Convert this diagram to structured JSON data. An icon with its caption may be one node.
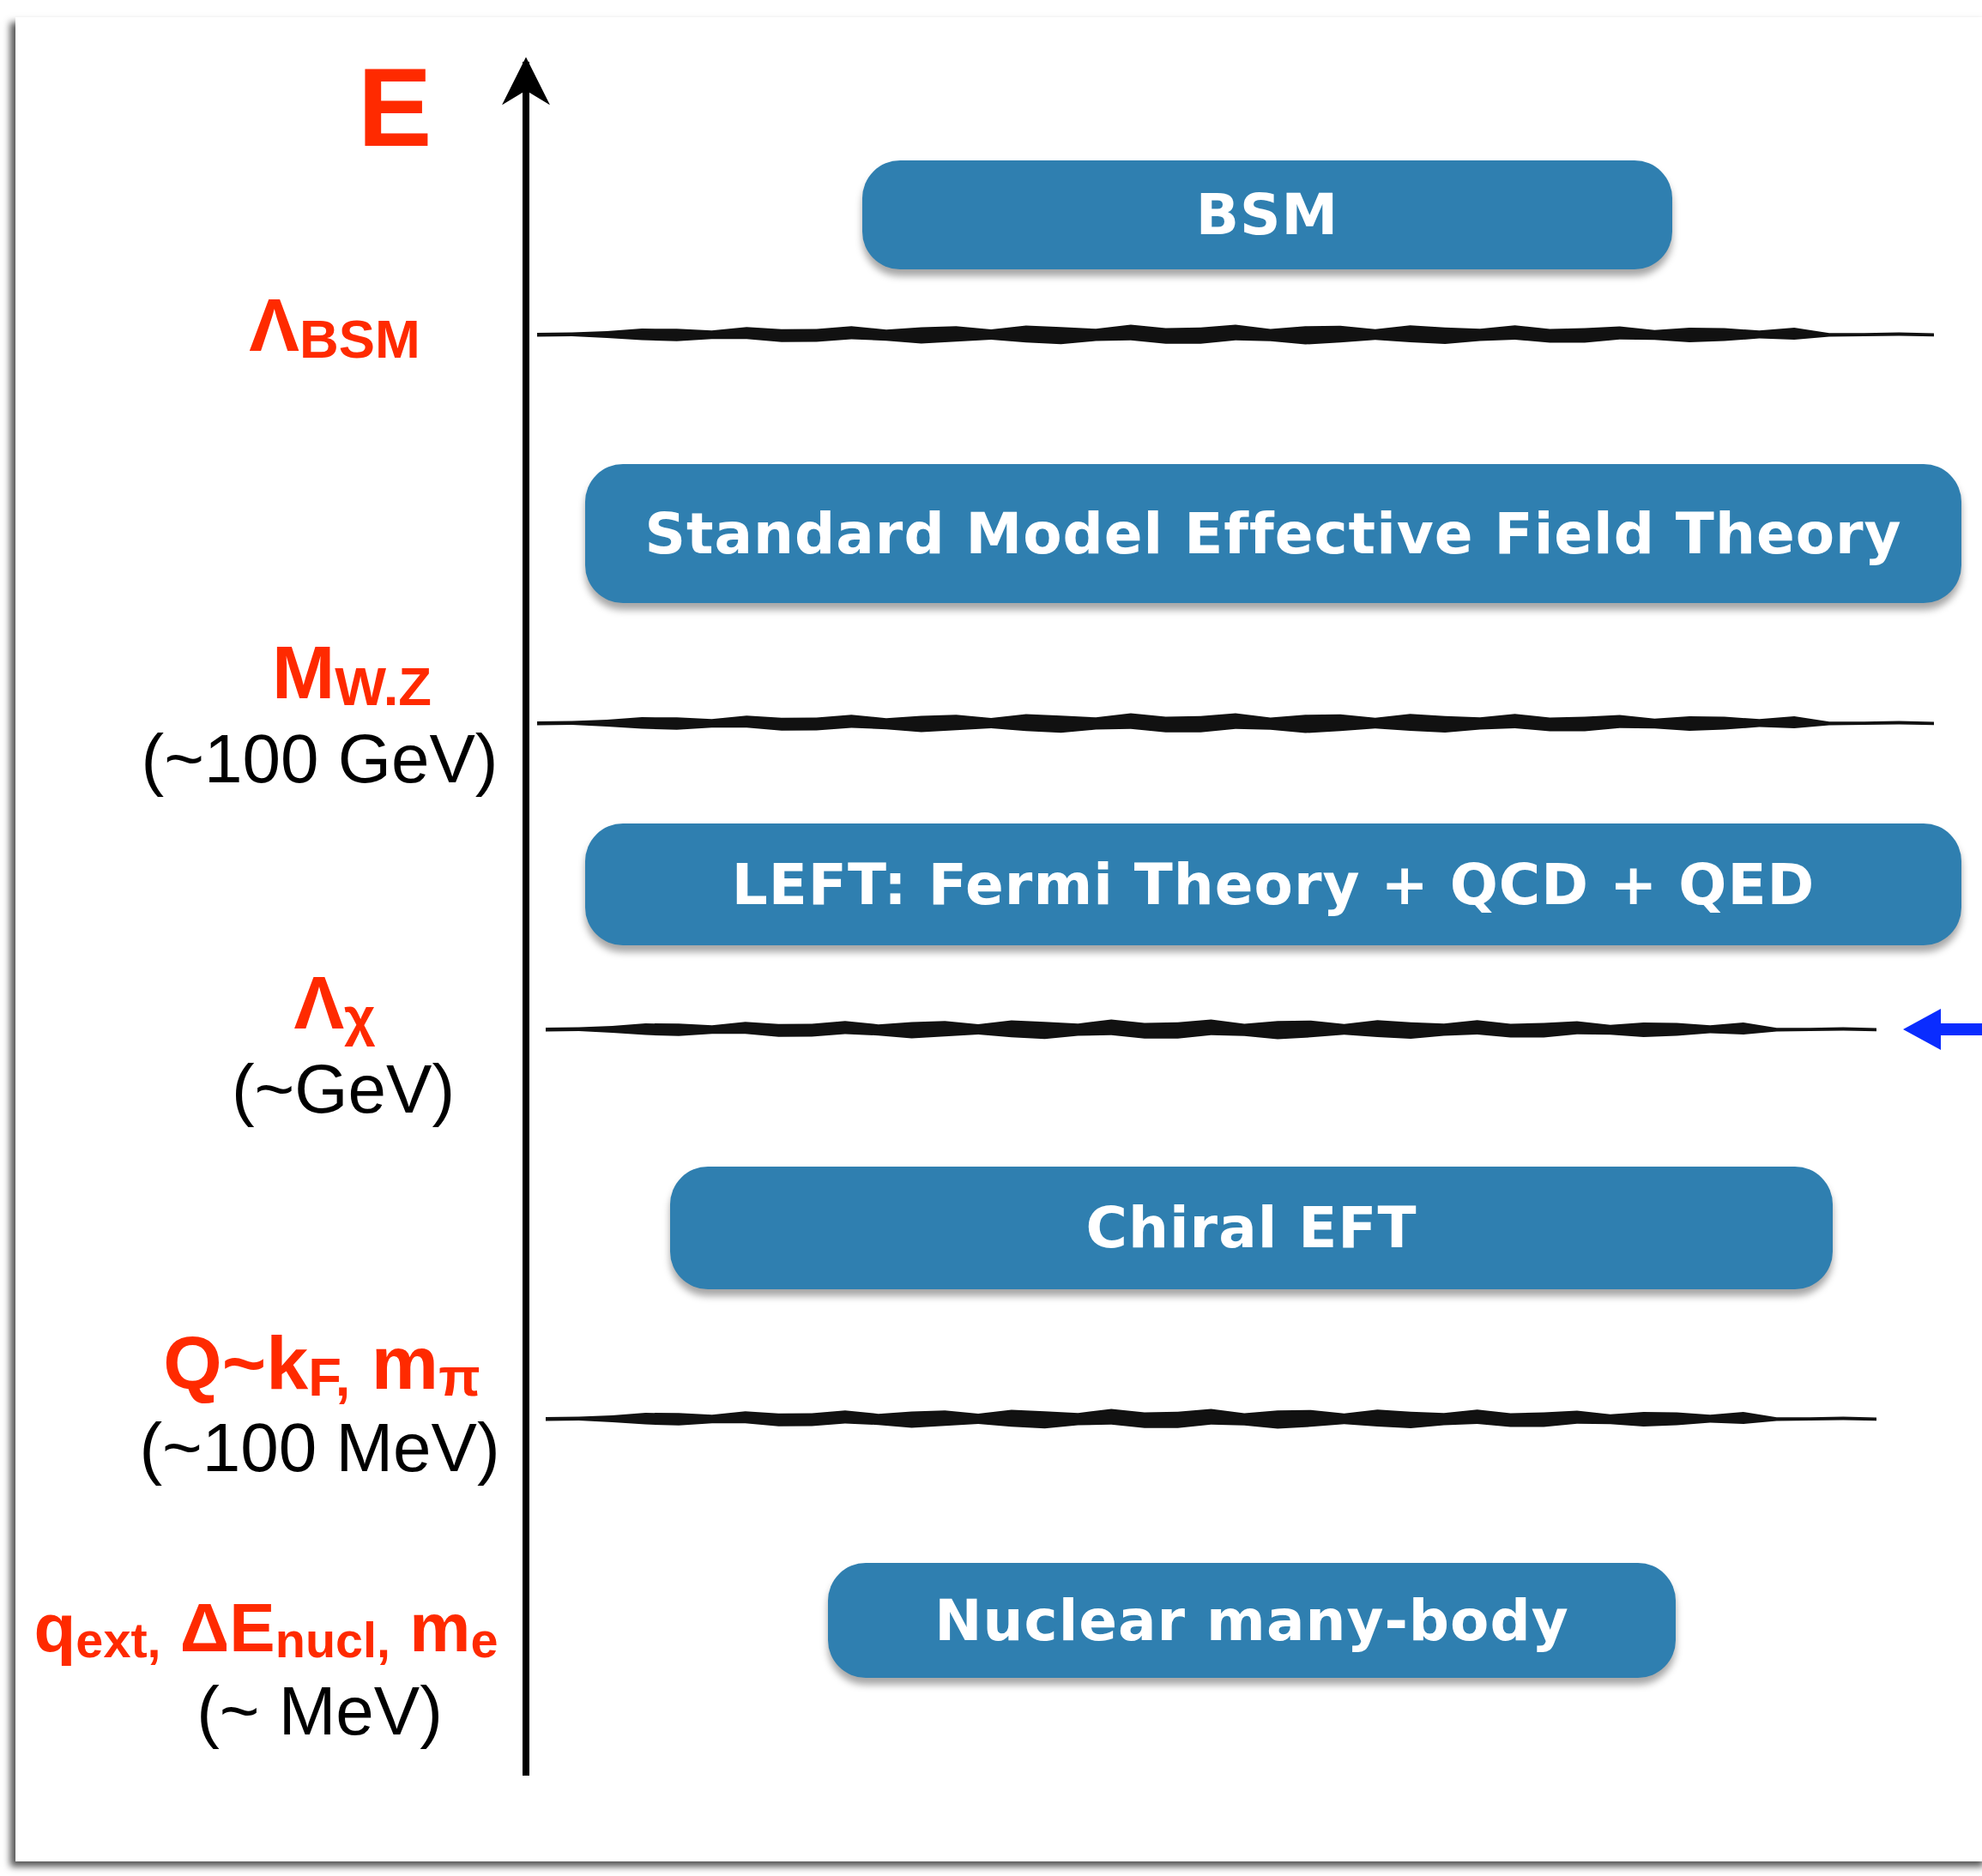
{
  "diagram": {
    "nodes": [
      {
        "text": [
          "BSM"
        ]
      },
      {
        "text": [
          "Standard Model Effective Field Theory"
        ]
      },
      {
        "text": [
          "LEFT: Fermi Theory + QCD + QED"
        ]
      },
      {
        "text": [
          "Chiral EFT"
        ]
      },
      {
        "text": [
          "Nuclear many-body"
        ]
      }
    ],
    "labels": [
      "E",
      "Λ$_{BSM}$",
      "M$_{W.Z}$",
      "(~100 GeV)",
      "Λ$_{χ}$",
      "(~GeV)",
      "Q~k$_{F,}$ m$_{π}$",
      "(~100 MeV)",
      "q$_{ext,}$ ΔE$_{nucl,}$ m$_{e}$",
      "(~ MeV)"
    ]
  }
}
